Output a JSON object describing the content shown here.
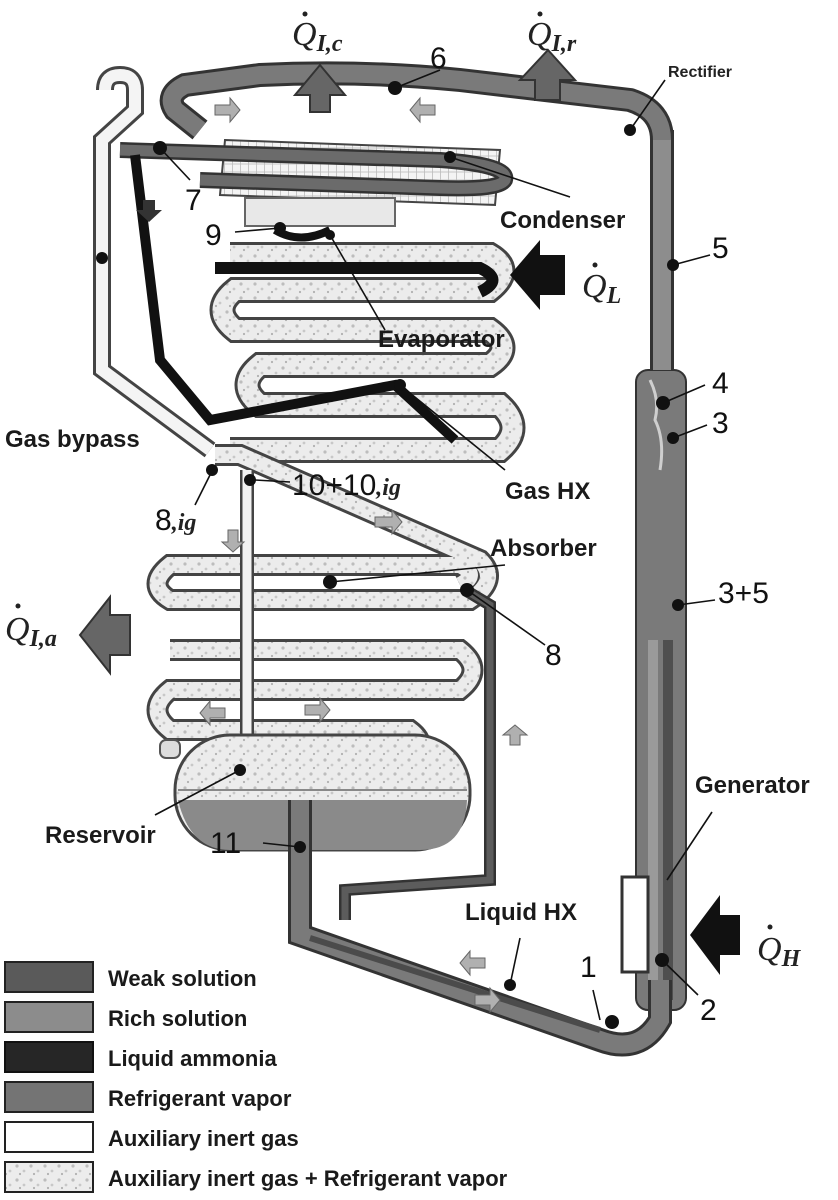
{
  "labels": {
    "condenser": "Condenser",
    "evaporator": "Evaporator",
    "gas_hx": "Gas HX",
    "absorber": "Absorber",
    "reservoir": "Reservoir",
    "liquid_hx": "Liquid HX",
    "generator": "Generator",
    "rectifier": "Rectifier",
    "gas_bypass": "Gas bypass"
  },
  "state_points": {
    "p1": "1",
    "p2": "2",
    "p3": "3",
    "p4": "4",
    "p5": "5",
    "p6": "6",
    "p7": "7",
    "p8": "8",
    "p9": "9",
    "p11": "11",
    "p3p5": "3+5",
    "p8ig_main": "8",
    "p8ig_sub": ",ig",
    "p10_main": "10",
    "p10_plus": "+10",
    "p10_sub": ",ig"
  },
  "heat_flows": {
    "qc_sub": "I,c",
    "qr_sub": "I,r",
    "ql_sub": "L",
    "qa_sub": "I,a",
    "qh_sub": "H",
    "symbol": "Q"
  },
  "legend": [
    {
      "label": "Weak solution",
      "color": "#5a5a5a"
    },
    {
      "label": "Rich solution",
      "color": "#8c8c8c"
    },
    {
      "label": "Liquid ammonia",
      "color": "#262626"
    },
    {
      "label": "Refrigerant vapor",
      "color": "#747474"
    },
    {
      "label": "Auxiliary inert gas",
      "color": "#ffffff"
    },
    {
      "label": "Auxiliary inert gas + Refrigerant vapor",
      "color": "#e2e2e2"
    }
  ]
}
